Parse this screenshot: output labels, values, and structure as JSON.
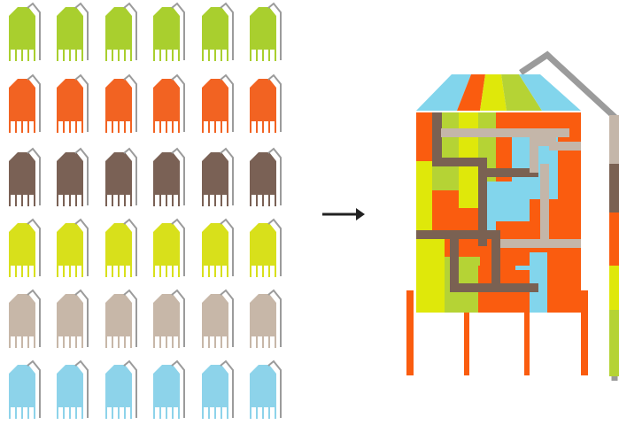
{
  "silo_grid": {
    "rows": [
      {
        "color_name": "lime-green",
        "fill": "#A9CF2E",
        "count": 6
      },
      {
        "color_name": "orange",
        "fill": "#F26322",
        "count": 6
      },
      {
        "color_name": "brown",
        "fill": "#7A6155",
        "count": 6
      },
      {
        "color_name": "yellow-green",
        "fill": "#D8E01B",
        "count": 6
      },
      {
        "color_name": "beige",
        "fill": "#C7B7A8",
        "count": 6
      },
      {
        "color_name": "light-blue",
        "fill": "#8DD3EA",
        "count": 6
      }
    ],
    "outline_color": "#9B9B9B"
  },
  "arrow": {
    "icon": "right-arrow-icon",
    "color": "#222222"
  },
  "composite_silo": {
    "palette": {
      "orange": "#FA5C0F",
      "yellow": "#DFE80A",
      "lime": "#B5D335",
      "blue": "#82D5EC",
      "brown": "#7A6152",
      "beige": "#C4B6A9",
      "gray_pipe": "#9B9B9B"
    },
    "roof_stripes": [
      "blue",
      "orange",
      "yellow",
      "lime",
      "blue"
    ]
  }
}
